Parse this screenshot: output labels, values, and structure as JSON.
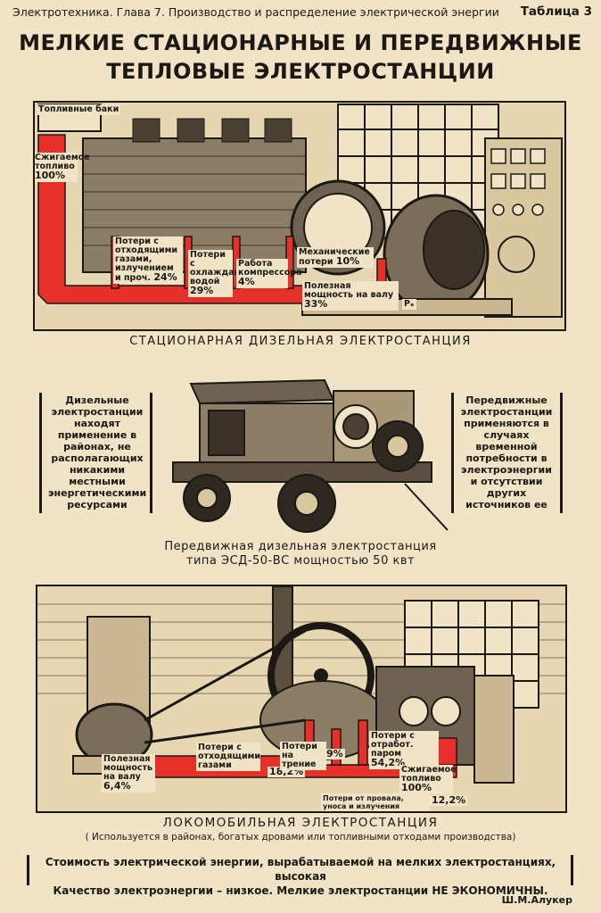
{
  "header": {
    "left": "Электротехника. Глава 7. Производство и распределение электрической энергии",
    "right": "Таблица 3"
  },
  "title": {
    "line1": "МЕЛКИЕ СТАЦИОНАРНЫЕ И ПЕРЕДВИЖНЫЕ",
    "line2": "ТЕПЛОВЫЕ ЭЛЕКТРОСТАНЦИИ"
  },
  "stationary": {
    "caption": "СТАЦИОНАРНАЯ ДИЗЕЛЬНАЯ ЭЛЕКТРОСТАНЦИЯ",
    "labels": {
      "fuel_tanks": "Топливные баки",
      "burned_fuel": "Сжигаемое топливо",
      "burned_fuel_pct": "100%",
      "exhaust_loss": "Потери с отходящими газами, излучением и проч.",
      "exhaust_loss_pct": "24%",
      "cooling_loss": "Потери с охлаждающей водой",
      "cooling_loss_pct": "29%",
      "compressor": "Работа компрессора",
      "compressor_pct": "4%",
      "mechanical_loss": "Механические потери",
      "mechanical_loss_pct": "10%",
      "useful_power": "Полезная мощность на валу",
      "useful_power_pct": "33%",
      "pe_symbol": "Pₑ"
    },
    "colors": {
      "flow": "#e8302a"
    }
  },
  "mobile": {
    "left_text": "Дизельные электростанции находят применение в районах, не располагающих никакими местными энергетическими ресурсами",
    "right_text": "Передвижные электростанции применяются в случаях временной потребности в электроэнергии и отсутствии других источников ее",
    "caption_line1": "Передвижная дизельная электростанция",
    "caption_line2": "типа ЭСД-50-ВС мощностью 50 квт"
  },
  "locomobile": {
    "caption": "ЛОКОМОБИЛЬНАЯ ЭЛЕКТРОСТАНЦИЯ",
    "subcaption": "( Используется в районах, богатых дровами или топливными отходами производства)",
    "labels": {
      "useful_power": "Полезная мощность на валу",
      "useful_power_pct": "6,4%",
      "exhaust_loss": "Потери с отходящими газами",
      "exhaust_loss_pct": "18,2%",
      "friction_loss": "Потери на трение",
      "friction_loss_pct": "9%",
      "steam_loss": "Потери с отработ. паром",
      "steam_loss_pct": "54,2%",
      "burned_fuel": "Сжигаемое топливо",
      "burned_fuel_pct": "100%",
      "grate_loss": "Потери от провала, уноса и излучения",
      "grate_loss_pct": "12,2%"
    }
  },
  "bottom_note": {
    "line1": "Стоимость электрической энергии, вырабатываемой на мелких электростанциях, высокая",
    "line2": "Качество электроэнергии – низкое. Мелкие электростанции НЕ ЭКОНОМИЧНЫ."
  },
  "signature": "Ш.М.Алукер"
}
